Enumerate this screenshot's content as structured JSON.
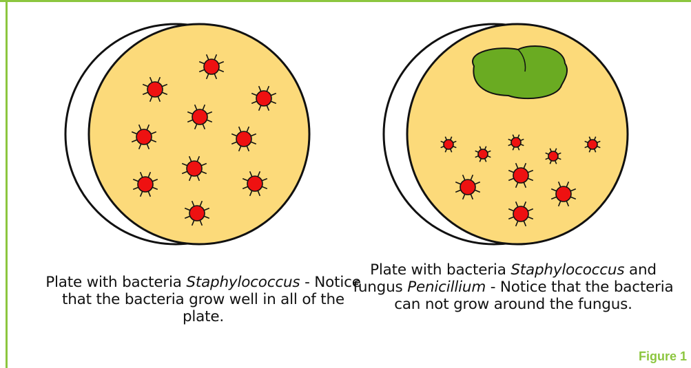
{
  "figure_label": "Figure 1",
  "colors": {
    "frame": "#8cc63f",
    "agar": "#fcda7a",
    "bacteria": "#ee1111",
    "fungus": "#6aab22",
    "outline": "#111111"
  },
  "plate1": {
    "caption": {
      "prefix": "Plate with bacteria ",
      "species": "Staphylococcus",
      "suffix": " - Notice that the bacteria grow well in all of the plate."
    }
  },
  "plate2": {
    "caption": {
      "prefix": "Plate with bacteria ",
      "species": "Staphylococcus",
      "middle": " and fungus ",
      "fungus": "Penicillium",
      "suffix": " - Notice that the bacteria can not grow around the fungus."
    }
  }
}
